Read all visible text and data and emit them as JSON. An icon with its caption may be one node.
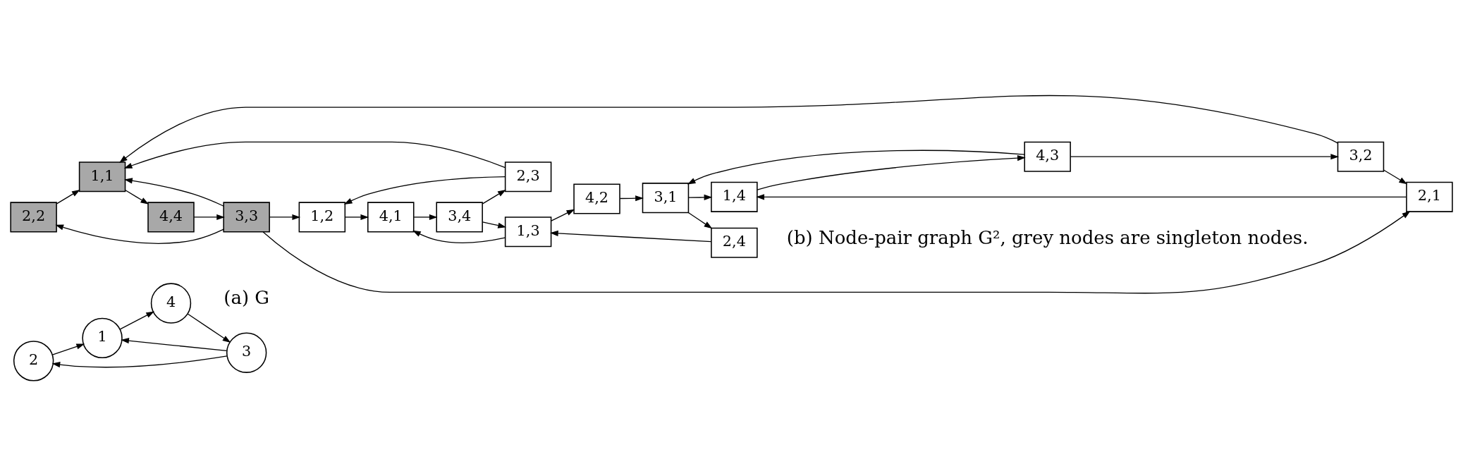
{
  "diagram": {
    "nodes": [
      {
        "text": [
          "2"
        ]
      },
      {
        "text": [
          "3"
        ]
      },
      {
        "text": [
          "1"
        ]
      },
      {
        "text": [
          "4"
        ]
      },
      {
        "text": [
          "2,2"
        ]
      },
      {
        "text": [
          "2,3"
        ]
      },
      {
        "text": [
          "2,4"
        ]
      },
      {
        "text": [
          "2,1"
        ]
      },
      {
        "text": [
          "1,1"
        ]
      },
      {
        "text": [
          "3,2"
        ]
      },
      {
        "text": [
          "3,3"
        ]
      },
      {
        "text": [
          "1,2"
        ]
      },
      {
        "text": [
          "4,1"
        ]
      },
      {
        "text": [
          "1,3"
        ]
      },
      {
        "text": [
          "4,2"
        ]
      },
      {
        "text": [
          "3,1"
        ]
      },
      {
        "text": [
          "4,3"
        ]
      },
      {
        "text": [
          "4,4"
        ]
      },
      {
        "text": [
          "3,4"
        ]
      },
      {
        "text": [
          "1,4"
        ]
      }
    ],
    "edges": [
      {
        "from": 1,
        "to": 0,
        "arrow": "to"
      },
      {
        "from": 0,
        "to": 2,
        "arrow": "to"
      },
      {
        "from": 1,
        "to": 2,
        "arrow": "to"
      },
      {
        "from": 2,
        "to": 3,
        "arrow": "to"
      },
      {
        "from": 3,
        "to": 1,
        "arrow": "to"
      },
      {
        "from": 8,
        "to": 17,
        "arrow": "to"
      },
      {
        "from": 4,
        "to": 8,
        "arrow": "to"
      },
      {
        "from": 10,
        "to": 4,
        "arrow": "to"
      },
      {
        "from": 10,
        "to": 7,
        "arrow": "to"
      },
      {
        "from": 10,
        "to": 11,
        "arrow": "to"
      },
      {
        "from": 10,
        "to": 8,
        "arrow": "to"
      },
      {
        "from": 17,
        "to": 10,
        "arrow": "to"
      },
      {
        "from": 11,
        "to": 12,
        "arrow": "to"
      },
      {
        "from": 12,
        "to": 18,
        "arrow": "to"
      },
      {
        "from": 18,
        "to": 5,
        "arrow": "to"
      },
      {
        "from": 18,
        "to": 13,
        "arrow": "to"
      },
      {
        "from": 13,
        "to": 14,
        "arrow": "to"
      },
      {
        "from": 13,
        "to": 12,
        "arrow": "to"
      },
      {
        "from": 14,
        "to": 15,
        "arrow": "to"
      },
      {
        "from": 15,
        "to": 6,
        "arrow": "to"
      },
      {
        "from": 15,
        "to": 19,
        "arrow": "to"
      },
      {
        "from": 19,
        "to": 16,
        "arrow": "to"
      },
      {
        "from": 16,
        "to": 9,
        "arrow": "to"
      },
      {
        "from": 16,
        "to": 15,
        "arrow": "to"
      },
      {
        "from": 9,
        "to": 7,
        "arrow": "to"
      },
      {
        "from": 9,
        "to": 8,
        "arrow": "to"
      },
      {
        "from": 7,
        "to": 19,
        "arrow": "to"
      },
      {
        "from": 5,
        "to": 11,
        "arrow": "to"
      },
      {
        "from": 5,
        "to": 8,
        "arrow": "to"
      },
      {
        "from": 6,
        "to": 13,
        "arrow": "to"
      }
    ],
    "labels": [
      "(a) G",
      "(b) Node-pair graph G², grey nodes are singleton nodes."
    ]
  }
}
